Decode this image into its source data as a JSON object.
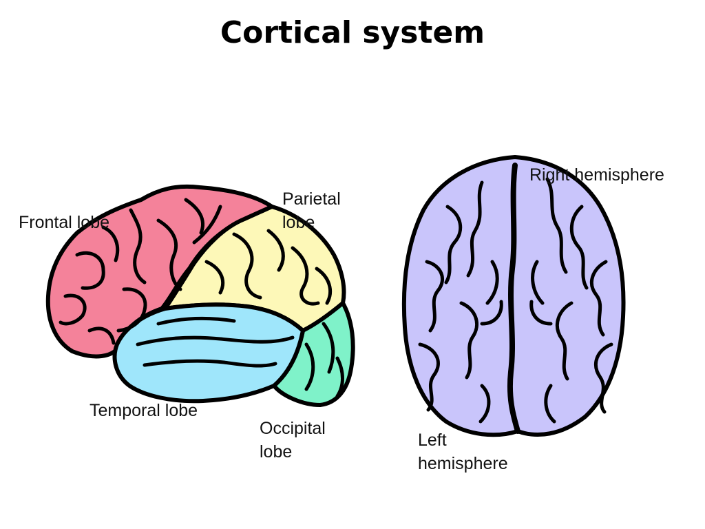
{
  "title": "Cortical system",
  "labels": {
    "frontal": "Frontal lobe",
    "parietal": "Parietal\nlobe",
    "temporal": "Temporal lobe",
    "occipital": "Occipital\nlobe",
    "right_hemisphere": "Right hemisphere",
    "left_hemisphere": "Left\nhemisphere"
  },
  "colors": {
    "frontal": "#f4829a",
    "parietal": "#fdf8b8",
    "temporal": "#9fe6fb",
    "occipital": "#7ff2c9",
    "top_view": "#c9c5fb",
    "outline": "#000000"
  }
}
